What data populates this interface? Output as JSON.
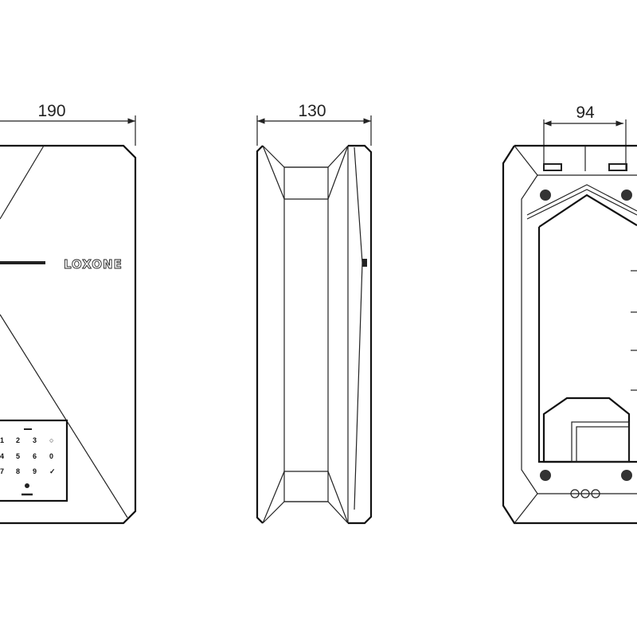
{
  "views": {
    "front": {
      "dimension": "190",
      "logo": "LOXONE",
      "keypad": {
        "keys": [
          "1",
          "2",
          "3",
          "○",
          "4",
          "5",
          "6",
          "0",
          "7",
          "8",
          "9",
          "✓"
        ]
      }
    },
    "side": {
      "dimension": "130"
    },
    "back": {
      "dimension": "94"
    }
  }
}
